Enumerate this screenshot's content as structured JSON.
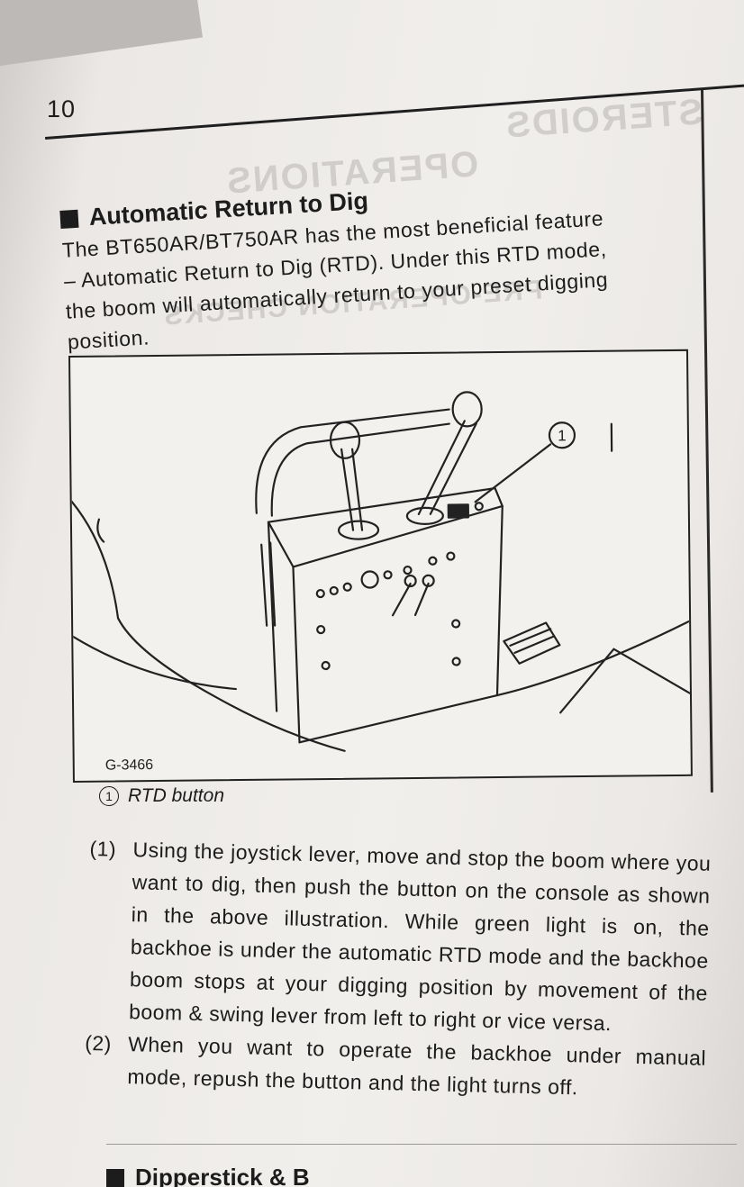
{
  "page": {
    "number": "10"
  },
  "section": {
    "title": "Automatic Return to Dig",
    "intro_lines": [
      "The BT650AR/BT750AR has the most beneficial feature",
      "– Automatic Return to Dig (RTD). Under this RTD mode,",
      "the boom will automatically return to your preset digging",
      "position."
    ]
  },
  "figure": {
    "label": "G-3466",
    "callout_number": "1",
    "callout_text": "RTD button"
  },
  "steps": [
    {
      "num": "(1)",
      "text": "Using the joystick lever, move and stop the boom where you want to dig, then push the button on the console as shown in the above illustration. While green light is on, the backhoe is under the automatic RTD mode and the backhoe boom stops at your digging position by movement of the boom & swing lever from left to right or vice versa."
    },
    {
      "num": "(2)",
      "text": "When you want to operate the backhoe under manual mode, repush the button and the light turns off."
    }
  ],
  "next_section": {
    "title": "Dipperstick & B"
  }
}
